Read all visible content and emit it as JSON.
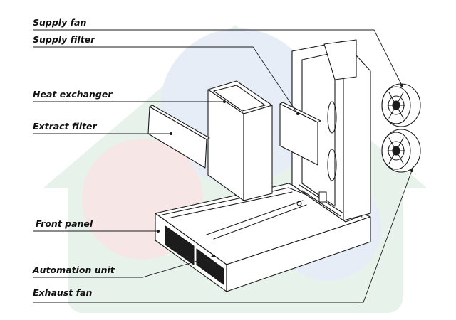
{
  "labels": {
    "supply_fan": "Supply fan",
    "supply_filter": "Supply filter",
    "heat_exchanger": "Heat exchanger",
    "extract_filter": "Extract filter",
    "front_panel": "Front panel",
    "automation_unit": "Automation unit",
    "exhaust_fan": "Exhaust fan"
  },
  "colors": {
    "line": "#1a1a1a",
    "watermark_green": "#e7f2ea",
    "watermark_blue": "#e6edf7",
    "watermark_red": "#f7e6e6"
  }
}
